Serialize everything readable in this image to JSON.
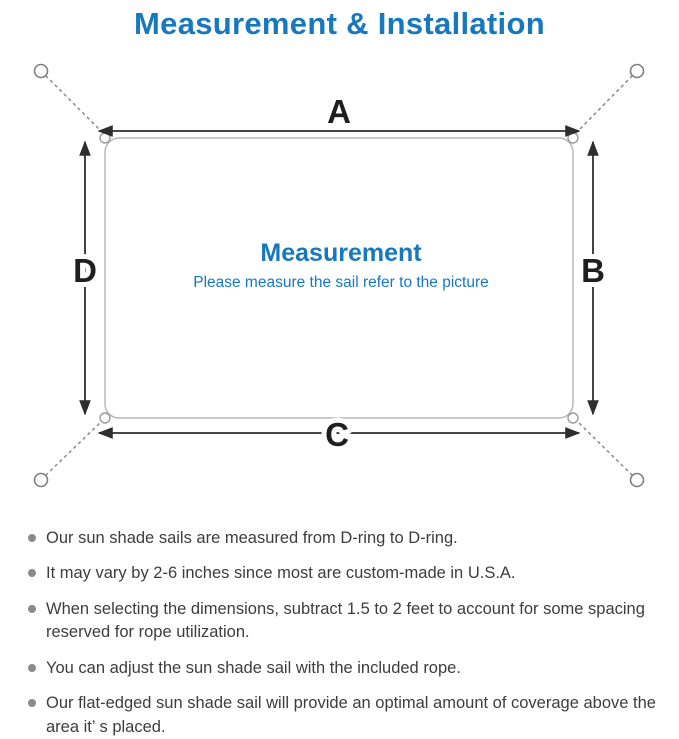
{
  "page": {
    "title": "Measurement & Installation"
  },
  "diagram": {
    "labels": {
      "top": "A",
      "right": "B",
      "bottom": "C",
      "left": "D"
    },
    "center_title": "Measurement",
    "center_subtitle": "Please measure the sail refer to the picture"
  },
  "notes": {
    "items": [
      "Our sun shade sails are measured from D-ring to D-ring.",
      "It may vary by 2-6 inches since most are custom-made in U.S.A.",
      "When selecting the dimensions, subtract 1.5 to 2 feet to account for some spacing reserved for rope utilization.",
      "You can adjust the sun shade sail with the included rope.",
      "Our flat-edged sun shade sail will provide an optimal amount of coverage above the area it’ s placed."
    ]
  },
  "colors": {
    "accent_blue": "#1778be",
    "dimension_line": "#2e2e2e",
    "rope_gray": "#8f8f8f",
    "text": "#3d3d3d"
  }
}
